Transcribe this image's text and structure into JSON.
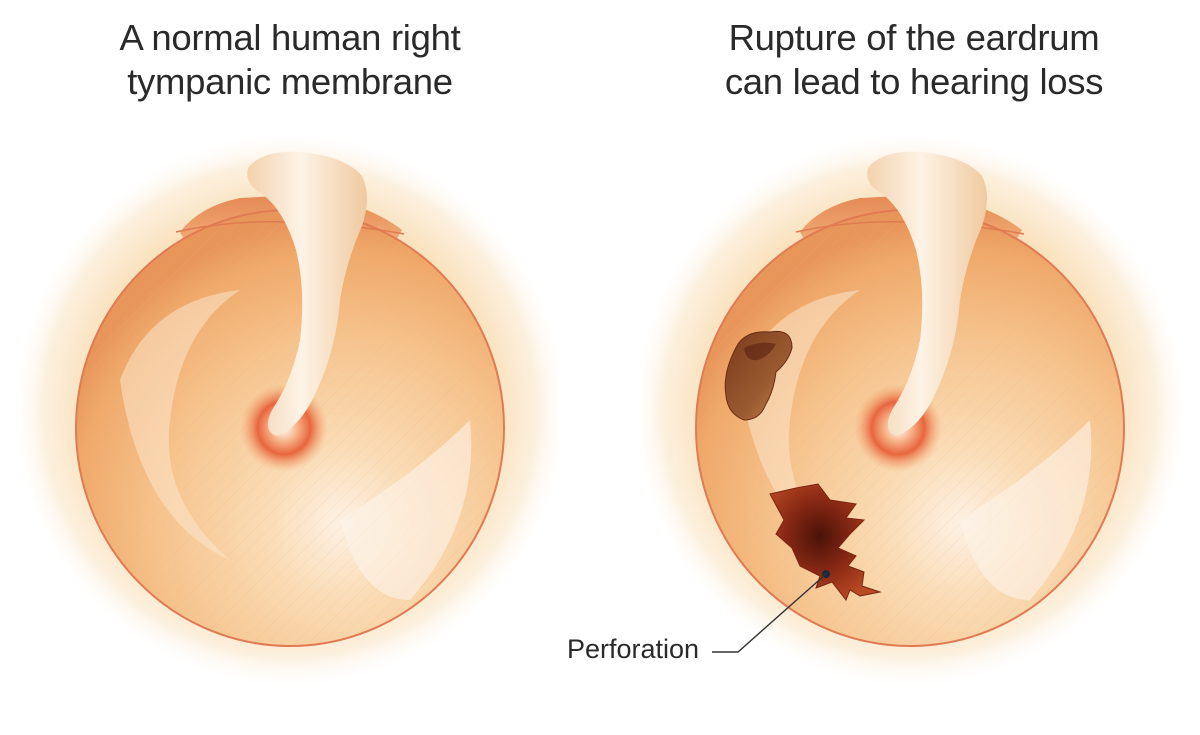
{
  "titles": {
    "left": [
      "A normal human right",
      "tympanic membrane"
    ],
    "right": [
      "Rupture of the eardrum",
      "can lead to hearing loss"
    ]
  },
  "labels": {
    "perforation": "Perforation"
  },
  "colors": {
    "halo": "#f8d9a8",
    "membrane_light": "#fbe3c0",
    "membrane_mid": "#f5c690",
    "membrane_edge": "#e99a5c",
    "rim": "#e07a52",
    "malleus": "#fbecd8",
    "umbo": "#e8643c",
    "perforation_dark": "#5a1a10",
    "perforation_mid": "#a0321c",
    "hole_brown": "#8a4a26"
  }
}
